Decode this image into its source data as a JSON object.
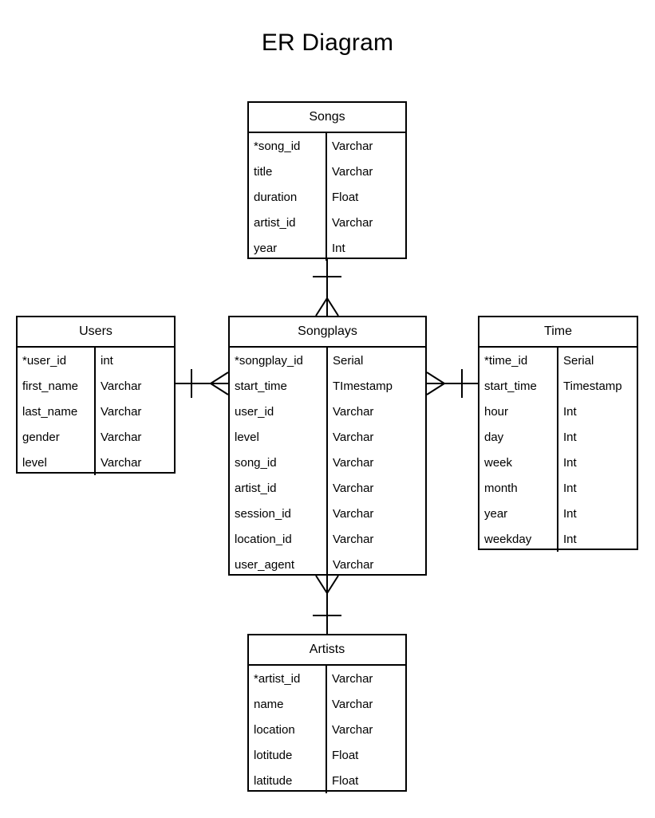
{
  "diagram": {
    "title": "ER Diagram",
    "notation": "crow's foot",
    "background_color": "#ffffff",
    "line_color": "#000000"
  },
  "entities": {
    "songs": {
      "name": "Songs",
      "attributes": [
        {
          "name": "*song_id",
          "type": "Varchar"
        },
        {
          "name": "title",
          "type": "Varchar"
        },
        {
          "name": "duration",
          "type": "Float"
        },
        {
          "name": "artist_id",
          "type": "Varchar"
        },
        {
          "name": "year",
          "type": "Int"
        }
      ]
    },
    "users": {
      "name": "Users",
      "attributes": [
        {
          "name": "*user_id",
          "type": "int"
        },
        {
          "name": "first_name",
          "type": "Varchar"
        },
        {
          "name": "last_name",
          "type": "Varchar"
        },
        {
          "name": "gender",
          "type": "Varchar"
        },
        {
          "name": "level",
          "type": "Varchar"
        }
      ]
    },
    "songplays": {
      "name": "Songplays",
      "attributes": [
        {
          "name": "*songplay_id",
          "type": "Serial"
        },
        {
          "name": "start_time",
          "type": "TImestamp"
        },
        {
          "name": "user_id",
          "type": "Varchar"
        },
        {
          "name": "level",
          "type": "Varchar"
        },
        {
          "name": "song_id",
          "type": "Varchar"
        },
        {
          "name": "artist_id",
          "type": "Varchar"
        },
        {
          "name": "session_id",
          "type": "Varchar"
        },
        {
          "name": "location_id",
          "type": "Varchar"
        },
        {
          "name": "user_agent",
          "type": "Varchar"
        }
      ]
    },
    "time": {
      "name": "Time",
      "attributes": [
        {
          "name": "*time_id",
          "type": "Serial"
        },
        {
          "name": "start_time",
          "type": "Timestamp"
        },
        {
          "name": "hour",
          "type": "Int"
        },
        {
          "name": "day",
          "type": "Int"
        },
        {
          "name": "week",
          "type": "Int"
        },
        {
          "name": "month",
          "type": "Int"
        },
        {
          "name": "year",
          "type": "Int"
        },
        {
          "name": "weekday",
          "type": "Int"
        }
      ]
    },
    "artists": {
      "name": "Artists",
      "attributes": [
        {
          "name": "*artist_id",
          "type": "Varchar"
        },
        {
          "name": "name",
          "type": "Varchar"
        },
        {
          "name": "location",
          "type": "Varchar"
        },
        {
          "name": "lotitude",
          "type": "Float"
        },
        {
          "name": "latitude",
          "type": "Float"
        }
      ]
    }
  },
  "relationships": [
    {
      "id": "songs-songplays",
      "from": "Songs",
      "to": "Songplays",
      "from_cardinality": "one",
      "to_cardinality": "many"
    },
    {
      "id": "users-songplays",
      "from": "Users",
      "to": "Songplays",
      "from_cardinality": "one",
      "to_cardinality": "many"
    },
    {
      "id": "songplays-time",
      "from": "Songplays",
      "to": "Time",
      "from_cardinality": "many",
      "to_cardinality": "one"
    },
    {
      "id": "songplays-artists",
      "from": "Songplays",
      "to": "Artists",
      "from_cardinality": "many",
      "to_cardinality": "one"
    }
  ]
}
